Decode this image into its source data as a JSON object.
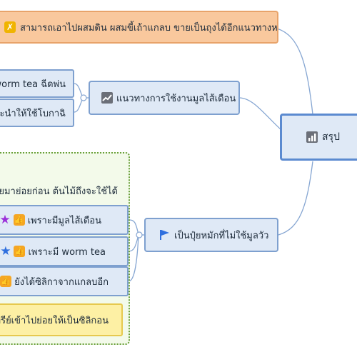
{
  "map": {
    "root": {
      "label": "สรุป",
      "icon": "bar-chart-icon"
    },
    "top_note": {
      "label": "สามารถเอาไปผสมดิน ผสมขี้เถ้าแกลบ ขายเป็นถุงได้อีกแนวทางหนึ่ง",
      "icon": "lightbulb-icon"
    },
    "usage": {
      "label": "แนวทางการใช้งานมูลไส้เดือน",
      "icon": "line-chart-icon",
      "children": [
        "worm tea ฉีดพ่น",
        "แนะนำให้ใช้โบกาฉิ"
      ]
    },
    "reason": {
      "label": "เป็นปุ๋ยหมักที่ไม่ใช้มูลวัว",
      "icon": "flag-icon",
      "group_title": "ปุ๋ยมาย่อยก่อน ต้นไม้ถึงจะใช้ได้",
      "items": [
        {
          "label": "เพราะมีมูลไส้เดือน",
          "star": "purple-star-icon",
          "star_color": "#9b30d9",
          "icon": "thumbs-up-icon"
        },
        {
          "label": "เพราะมี worm tea",
          "star": "blue-star-icon",
          "star_color": "#2f6fde",
          "icon": "thumbs-up-icon"
        },
        {
          "label": "ยังได้ซิลิกาจากแกลบอีก",
          "star": "teal-star-icon",
          "star_color": "#2aa37a",
          "icon": "thumbs-up-icon"
        }
      ],
      "note": "นทรีย์เข้าไปย่อยให้เป็นซิลิกอน"
    }
  }
}
